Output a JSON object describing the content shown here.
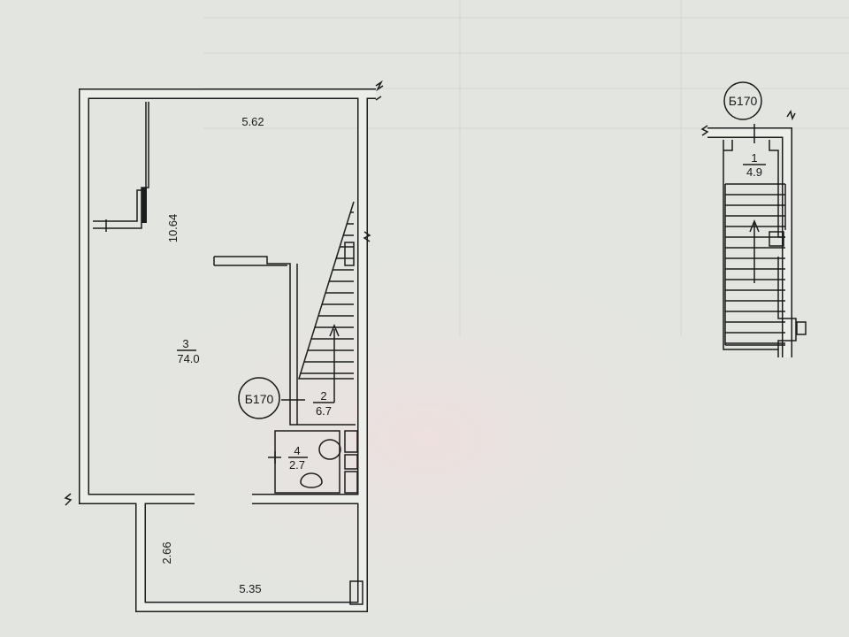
{
  "plan": {
    "dimensions": {
      "top_width": "5.62",
      "left_height": "10.64",
      "lower_width": "5.35",
      "lower_height": "2.66"
    },
    "rooms": [
      {
        "number": "1",
        "area": "4.9"
      },
      {
        "number": "2",
        "area": "6.7"
      },
      {
        "number": "3",
        "area": "74.0"
      },
      {
        "number": "4",
        "area": "2.7"
      }
    ],
    "section_marks": [
      {
        "label": "Б170"
      },
      {
        "label": "Б170"
      }
    ]
  }
}
